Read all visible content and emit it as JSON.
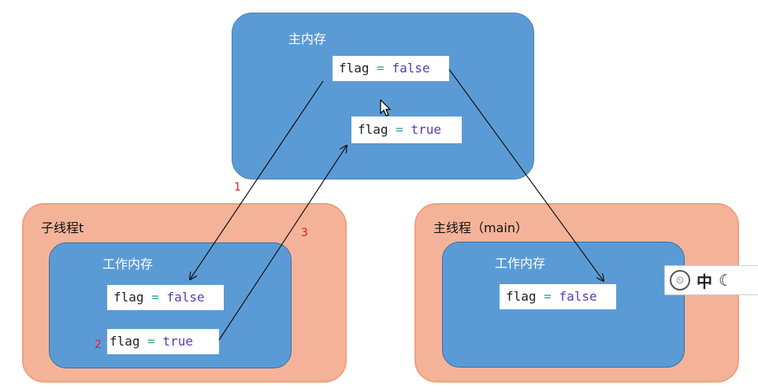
{
  "main_memory": {
    "title": "主内存",
    "vars": [
      {
        "name": "flag",
        "op": "=",
        "value": "false"
      },
      {
        "name": "flag",
        "op": "=",
        "value": "true"
      }
    ]
  },
  "thread_t": {
    "title": "子线程t",
    "work_mem_title": "工作内存",
    "vars": [
      {
        "name": "flag",
        "op": "=",
        "value": "false"
      },
      {
        "name": "flag",
        "op": "=",
        "value": "true"
      }
    ]
  },
  "thread_main": {
    "title": "主线程（main）",
    "work_mem_title": "工作内存",
    "vars": [
      {
        "name": "flag",
        "op": "=",
        "value": "false"
      }
    ]
  },
  "step_labels": [
    "1",
    "2",
    "3"
  ],
  "ime": {
    "mode": "中",
    "logo_icon": "ime-logo-icon",
    "moon_icon": "moon-icon"
  },
  "colors": {
    "memory_blue": "#5b9bd5",
    "thread_orange": "#f4b399",
    "thread_border": "#f1a07c",
    "step_red": "#e02020",
    "keyword_purple": "#5a3cb0"
  }
}
